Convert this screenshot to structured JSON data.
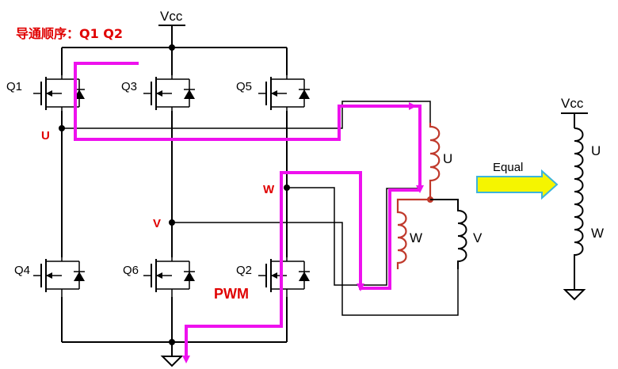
{
  "title": "导通顺序：Q1 Q2",
  "vcc_label": "Vcc",
  "right_vcc_label": "Vcc",
  "transistors": {
    "q1": "Q1",
    "q2": "Q2",
    "q3": "Q3",
    "q4": "Q4",
    "q5": "Q5",
    "q6": "Q6"
  },
  "nodes": {
    "u": "U",
    "v": "V",
    "w": "W"
  },
  "coils": {
    "u": "U",
    "w": "W",
    "v": "V"
  },
  "pwm_label": "PWM",
  "equal_label": "Equal",
  "right_coils": {
    "u": "U",
    "w": "W"
  },
  "colors": {
    "current_path": "#ee11ee",
    "red_label": "#e00000",
    "coil_red": "#c0392b",
    "arrow_fill": "#f5f500",
    "arrow_stroke": "#3cb4dc"
  }
}
